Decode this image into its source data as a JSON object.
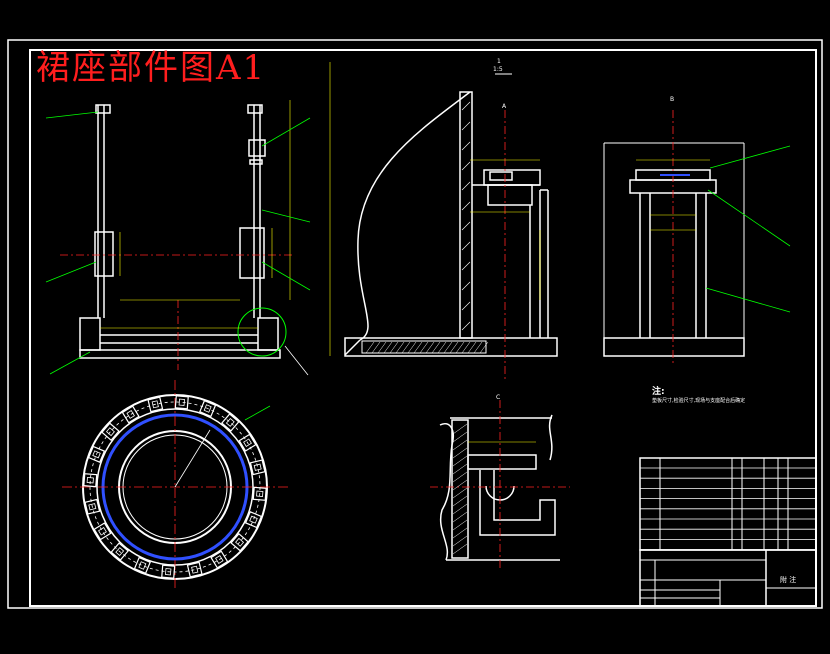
{
  "drawing": {
    "title": "裙座部件图A1",
    "notes_title": "注:",
    "notes_text": "垫板尺寸,检验尺寸,现场与支座配合后确定"
  },
  "views": {
    "section_label": "1",
    "section_scale": "1:5",
    "view_a": "A",
    "view_b": "B",
    "view_c": "C"
  },
  "title_block": {
    "remark": "附 注"
  },
  "colors": {
    "background": "#000000",
    "line": "#ffffff",
    "centerline": "#ff2020",
    "leader": "#00ff00",
    "hidden": "#3050ff",
    "title": "#ff1e1e",
    "dimension": "#ffff00"
  }
}
